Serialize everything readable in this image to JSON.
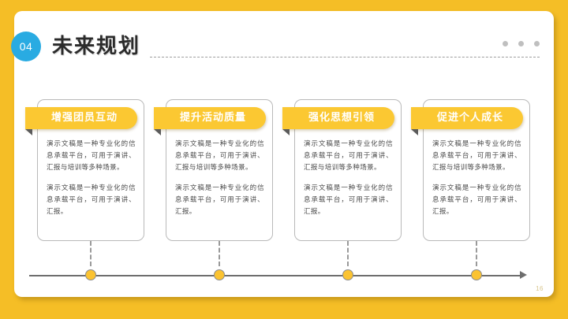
{
  "slide": {
    "background_color": "#F5BE26",
    "panel_color": "#FFFFFF",
    "accent_color": "#FBC832",
    "badge_color": "#29ABE2",
    "page_number": "16"
  },
  "header": {
    "badge_number": "04",
    "title": "未来规划",
    "dots": [
      "dot",
      "dot",
      "dot"
    ]
  },
  "cards": [
    {
      "title": "增强团员互动",
      "paragraphs": [
        "演示文稿是一种专业化的信息承载平台，可用于演讲、汇报与培训等多种场景。",
        "演示文稿是一种专业化的信息承载平台，可用于演讲、汇报。"
      ]
    },
    {
      "title": "提升活动质量",
      "paragraphs": [
        "演示文稿是一种专业化的信息承载平台，可用于演讲、汇报与培训等多种场景。",
        "演示文稿是一种专业化的信息承载平台，可用于演讲、汇报。"
      ]
    },
    {
      "title": "强化思想引领",
      "paragraphs": [
        "演示文稿是一种专业化的信息承载平台，可用于演讲、汇报与培训等多种场景。",
        "演示文稿是一种专业化的信息承载平台，可用于演讲、汇报。"
      ]
    },
    {
      "title": "促进个人成长",
      "paragraphs": [
        "演示文稿是一种专业化的信息承载平台，可用于演讲、汇报与培训等多种场景。",
        "演示文稿是一种专业化的信息承载平台，可用于演讲、汇报。"
      ]
    }
  ],
  "timeline": {
    "node_count": 4,
    "arrow_direction": "right"
  }
}
